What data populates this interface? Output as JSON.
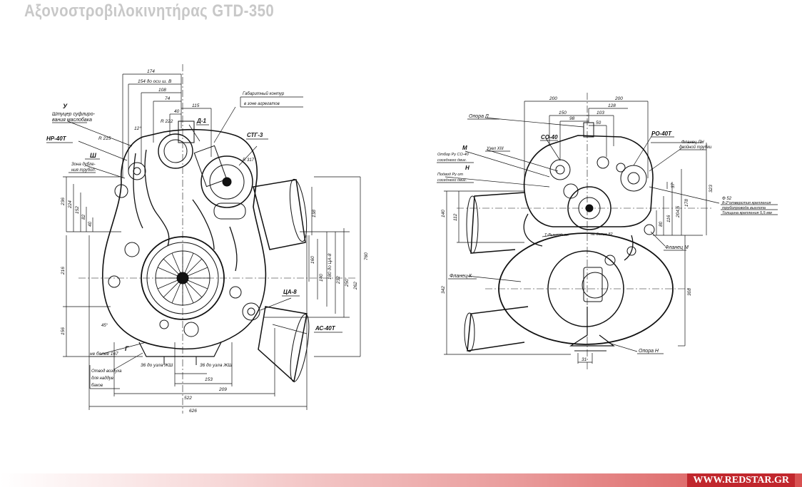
{
  "header": {
    "title": "Αξονοστροβιλοκινητήρας GTD-350"
  },
  "footer": {
    "brand": "WWW.REDSTAR.GR"
  },
  "left_view": {
    "dims_top": [
      "174",
      "154 до оси ш. В",
      "108",
      "74",
      "40",
      "115",
      "R 222",
      "12°",
      "R 215"
    ],
    "dims_left": [
      "236",
      "224",
      "152",
      "82",
      "40",
      "216",
      "156"
    ],
    "dims_right": [
      "760",
      "138",
      "160",
      "140",
      "180 до ЦА-8",
      "232",
      "250",
      "262"
    ],
    "dims_bottom": [
      "не более 167",
      "36 до узла ЖШ",
      "36 до узла ЖШ",
      "153",
      "209",
      "522",
      "626"
    ],
    "labels": [
      "У",
      "Штуцер суфлиро-",
      "вания маслобака",
      "НР-40Т",
      "Ш",
      "Зона дубле-",
      "ния трубоп.",
      "Д-1",
      "Габаритный контур",
      "в зоне агрегатов",
      "СТГ-3",
      "R 317",
      "ЦА-8",
      "АС-40Т",
      "Г",
      "Отвод воздуха",
      "для наддув",
      "баков",
      "45°"
    ]
  },
  "right_view": {
    "dims_top": [
      "200",
      "200",
      "150",
      "128",
      "98",
      "103",
      "50"
    ],
    "dims_left": [
      "140",
      "112",
      "342"
    ],
    "dims_right": [
      "323",
      "178",
      "204,5",
      "116",
      "80",
      "37",
      "308",
      "31",
      "не более 82"
    ],
    "labels": [
      "Опора Л",
      "СО-40",
      "РО-40Т",
      "Фланец ЛН",
      "двойной трубки",
      "М",
      "Отбор Ру СО-40",
      "соседнего двиг.",
      "Узел XIII",
      "Н",
      "Подвод Ру от",
      "соседнего двиг.",
      "Ф 52",
      "8-2°отверстия крепления",
      "трубопровода выхлопа",
      "Толщина крепления 5,5 мм",
      "Фланец М",
      "Фланец К",
      "Опора Н",
      "Т-Выхлопная"
    ]
  }
}
